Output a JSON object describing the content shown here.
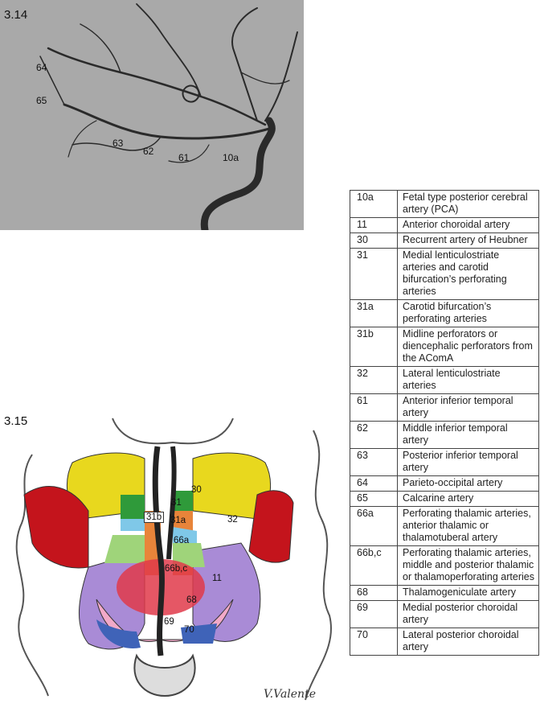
{
  "figure_314": {
    "label": "3.14",
    "annotations": [
      "64",
      "65",
      "63",
      "62",
      "61",
      "10a"
    ]
  },
  "figure_315": {
    "label": "3.15",
    "annotations": [
      "30",
      "31",
      "32",
      "31b",
      "31a",
      "66a",
      "66b,c",
      "11",
      "68",
      "69",
      "70"
    ],
    "signature": "V.Valente"
  },
  "legend_table": {
    "rows": [
      {
        "key": "10a",
        "desc": "Fetal type posterior cerebral artery (PCA)"
      },
      {
        "key": "11",
        "desc": "Anterior choroidal artery"
      },
      {
        "key": "30",
        "desc": "Recurrent artery of Heubner"
      },
      {
        "key": "31",
        "desc": "Medial lenticulostriate arteries and carotid bifurcation’s perforating arteries"
      },
      {
        "key": "31a",
        "desc": "Carotid bifurcation’s perforating arteries"
      },
      {
        "key": "31b",
        "desc": "Midline perforators or diencephalic perforators from the AComA"
      },
      {
        "key": "32",
        "desc": "Lateral lenticulostriate arteries"
      },
      {
        "key": "61",
        "desc": "Anterior inferior temporal artery"
      },
      {
        "key": "62",
        "desc": "Middle inferior temporal artery"
      },
      {
        "key": "63",
        "desc": "Posterior inferior temporal artery"
      },
      {
        "key": "64",
        "desc": "Parieto-occipital artery"
      },
      {
        "key": "65",
        "desc": "Calcarine artery"
      },
      {
        "key": "66a",
        "desc": "Perforating thalamic arteries, anterior thalamic or thalamotuberal artery"
      },
      {
        "key": "66b,c",
        "desc": "Perforating thalamic arteries, middle and posterior thalamic or thalamoperforating arteries"
      },
      {
        "key": "68",
        "desc": "Thalamogeniculate artery"
      },
      {
        "key": "69",
        "desc": "Medial posterior choroidal artery"
      },
      {
        "key": "70",
        "desc": "Lateral posterior choroidal artery"
      }
    ]
  },
  "colors": {
    "territory_30": "#e8d81e",
    "territory_32": "#c4141c",
    "territory_11": "#a98bd6",
    "territory_66a": "#9fd47a",
    "territory_66bc": "#e03a4a",
    "territory_68": "#f2a9c8",
    "territory_70": "#3f63b8",
    "territory_31b": "#e8843a",
    "territory_31": "#2f9a3a",
    "territory_31a": "#7fc8e8"
  }
}
